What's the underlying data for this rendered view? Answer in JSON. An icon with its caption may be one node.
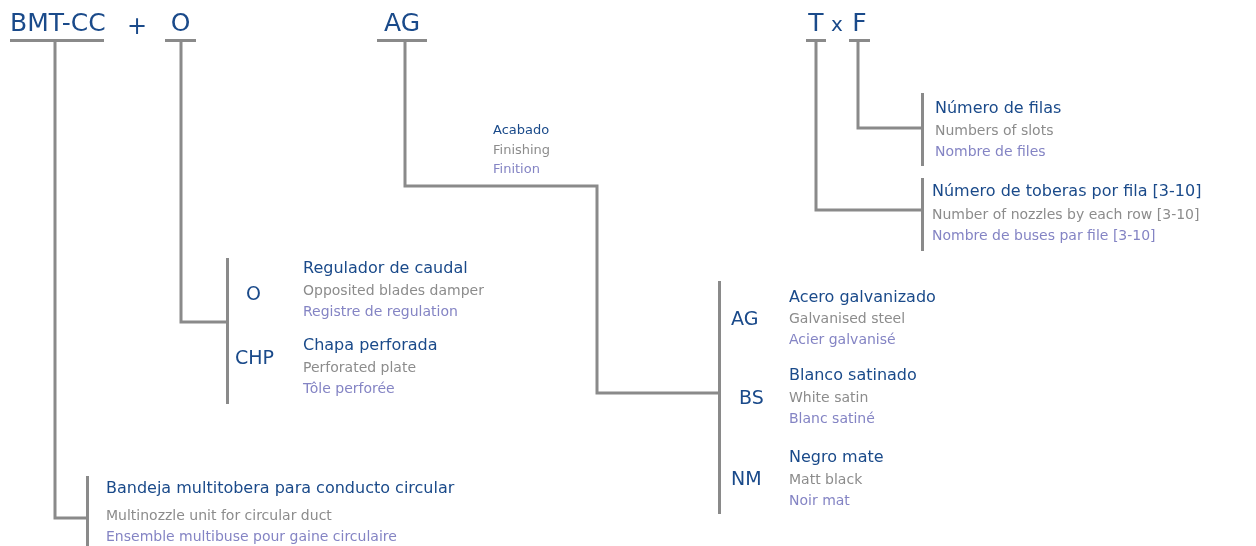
{
  "diagram": {
    "nodes": [
      {
        "text": [
          "BMT-CC"
        ]
      },
      {
        "text": [
          "O"
        ]
      },
      {
        "text": [
          "AG"
        ]
      },
      {
        "text": [
          "T"
        ]
      },
      {
        "text": [
          "F"
        ]
      },
      {
        "text": [
          "Bandeja multitobera para conducto circular",
          "Multinozzle unit for circular duct",
          "Ensemble multibuse pour gaine circulaire"
        ]
      },
      {
        "text": [
          "O",
          "Regulador de caudal",
          "Opposited blades damper",
          "Registre de regulation",
          "CHP",
          "Chapa perforada",
          "Perforated plate",
          "Tôle perforée"
        ]
      },
      {
        "text": [
          "AG",
          "Acero galvanizado",
          "Galvanised steel",
          "Acier galvanisé",
          "BS",
          "Blanco satinado",
          "White satin",
          "Blanc satiné",
          "NM",
          "Negro mate",
          "Matt black",
          "Noir mat"
        ]
      },
      {
        "text": [
          "Número de filas",
          "Numbers of slots",
          "Nombre de files"
        ]
      },
      {
        "text": [
          "Número de toberas por fila [3-10]",
          "Number of nozzles by each row [3-10]",
          "Nombre de buses par file [3-10]"
        ]
      }
    ],
    "edges": [
      {
        "from": 0,
        "to": 5,
        "arrow": "none"
      },
      {
        "from": 1,
        "to": 6,
        "arrow": "none"
      },
      {
        "from": 2,
        "to": 7,
        "arrow": "none"
      },
      {
        "from": 4,
        "to": 8,
        "arrow": "none"
      },
      {
        "from": 3,
        "to": 9,
        "arrow": "none"
      }
    ],
    "labels": [
      "+",
      "x",
      "Acabado",
      "Finishing",
      "Finition"
    ]
  }
}
